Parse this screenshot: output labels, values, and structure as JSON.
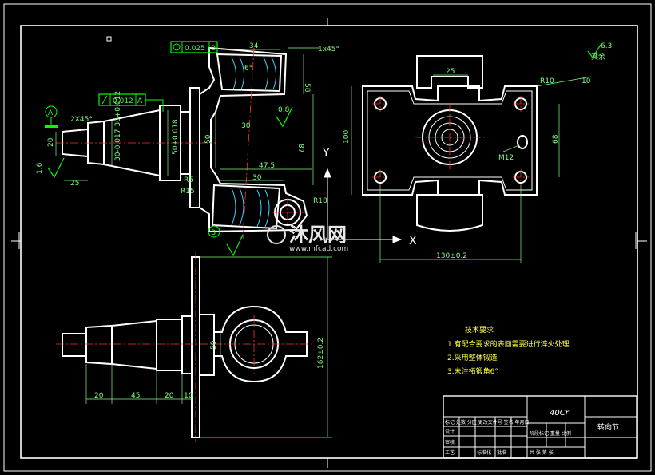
{
  "colors": {
    "background": "#000000",
    "outline": "#ffffff",
    "dimension": "#7fff7f",
    "tolerance": "#00ff00",
    "centerline": "#ff3030",
    "hatch": "#40d0ff",
    "note": "#ffff40"
  },
  "tolerances": {
    "top_value": "0.025",
    "top_ref": "B",
    "left_value": "0.012",
    "left_ref": "A"
  },
  "datums": {
    "a": "A",
    "b": "B"
  },
  "dims": {
    "w34": "34",
    "chamfer_right": "1x45°",
    "angle6": "6°",
    "d58": "58",
    "r08": "0.8",
    "d87": "87",
    "d30_front": "30",
    "d50_front": "50",
    "d47_5": "47.5",
    "d30_low": "30",
    "r15": "R15",
    "r18": "R18",
    "r5": "R5",
    "shaft_fit": "50+0.018",
    "taper": "30-0.017 30+0.012",
    "d20": "20",
    "chamfer_left": "2X45°",
    "d25": "25",
    "d16": "1.6",
    "r10": "R10",
    "d10": "10",
    "d25_top": "25",
    "d100": "100",
    "d68": "68",
    "m12": "M12",
    "d130": "130±0.2",
    "d162": "162±0.2",
    "d50_side": "50",
    "b20a": "20",
    "b45": "45",
    "b20b": "20",
    "b10": "10",
    "rest": "其余",
    "rest_r": "6.3"
  },
  "axes": {
    "x": "X",
    "y": "Y"
  },
  "notes": {
    "title": "技术要求",
    "items": [
      "1.有配合要求的表面需要进行淬火处理",
      "2.采用整体锻造",
      "3.未注拓锻角6°"
    ]
  },
  "watermark": {
    "brand": "沐风网",
    "url": "www.mfcad.com"
  },
  "title_block": {
    "part_name": "40Cr",
    "drawing": "转向节",
    "row1": "标记 处数 分区 更改文件号 签名 年月日",
    "row2": "设计",
    "row3": "审核",
    "row4": "工艺",
    "stage": "阶段标记 重量 比例",
    "sheet": "共 张 第 张",
    "std": "标准化",
    "approve": "批准"
  }
}
